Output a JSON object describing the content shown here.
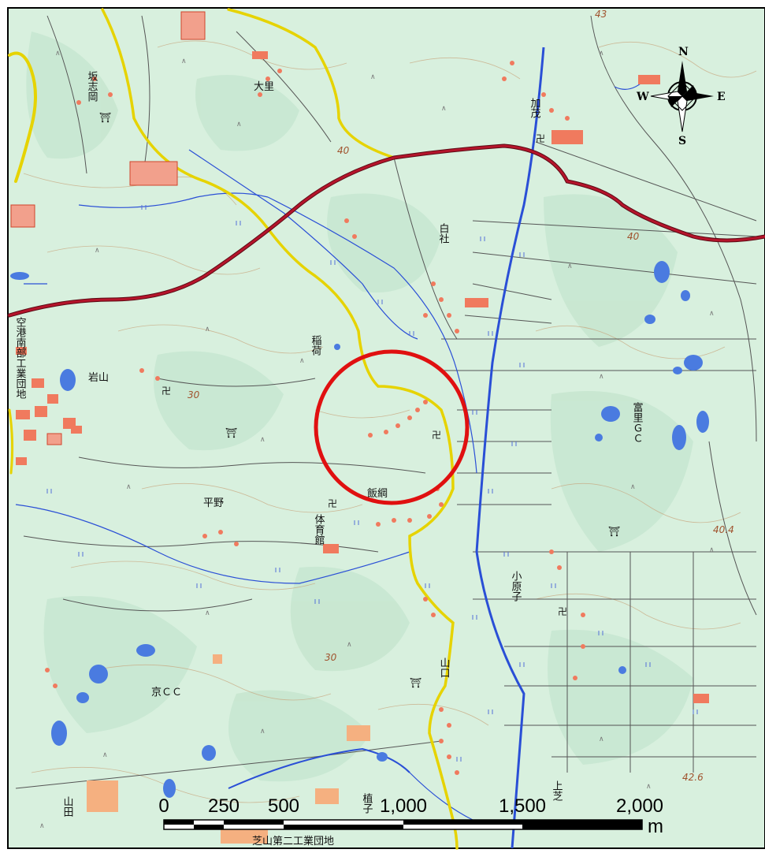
{
  "map": {
    "places": {
      "sakashioka": "坂志岡",
      "osato": "大里",
      "kato": "加茂",
      "shiroyashiro": "白社",
      "inari": "稲荷",
      "iwayama": "岩山",
      "kuko_industrial": "空港南部工業団地",
      "iitsuna": "飯綱",
      "hirano": "平野",
      "taiikukan": "体育館",
      "kobarako": "小原子",
      "fujisato_gc": "富里ＧＣ",
      "kyo_cc": "京ＣＣ",
      "yamada": "山田",
      "yamaguchi": "山口",
      "shibayama_industrial": "芝山第二工業団地",
      "kanako": "植子",
      "kamisaki": "上芝"
    },
    "spot_heights": {
      "h1": "40",
      "h2": "40",
      "h3": "30",
      "h4": "30",
      "h5": "40.4",
      "h6": "42.6",
      "h7": "43"
    },
    "compass": {
      "n": "N",
      "s": "S",
      "e": "E",
      "w": "W"
    },
    "scale": {
      "labels": [
        "0",
        "250",
        "500",
        "1,000",
        "1,500",
        "2,000"
      ],
      "unit": "m"
    },
    "colors": {
      "background": "#d8f0de",
      "national_road": "#b5142b",
      "prefectural_road": "#e6d300",
      "river": "#2a4fd6",
      "building": "#f07a5e",
      "pond": "#4a7be0",
      "highlight_circle": "#e01010"
    }
  }
}
